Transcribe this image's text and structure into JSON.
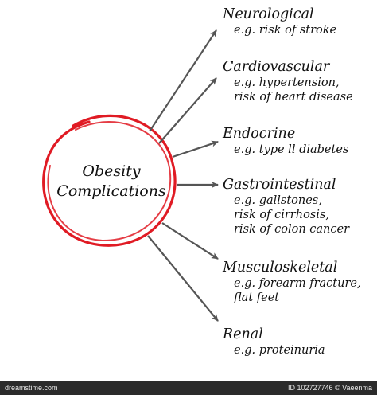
{
  "colors": {
    "circle": "#e01b24",
    "arrow": "#555555",
    "text": "#111111",
    "footer_bg": "#2b2b2b"
  },
  "center": {
    "line1": "Obesity",
    "line2": "Complications"
  },
  "categories": [
    {
      "title": "Neurological",
      "examples": [
        "e.g. risk of stroke"
      ]
    },
    {
      "title": "Cardiovascular",
      "examples": [
        "e.g. hypertension,",
        "risk of heart disease"
      ]
    },
    {
      "title": "Endocrine",
      "examples": [
        "e.g. type ll diabetes"
      ]
    },
    {
      "title": "Gastrointestinal",
      "examples": [
        "e.g. gallstones,",
        "risk of cirrhosis,",
        "risk of colon cancer"
      ]
    },
    {
      "title": "Musculoskeletal",
      "examples": [
        "e.g. forearm fracture,",
        "flat feet"
      ]
    },
    {
      "title": "Renal",
      "examples": [
        "e.g. proteinuria"
      ]
    }
  ],
  "footer": {
    "left": "dreamstime.com",
    "right": "ID 102727746 © Vaeenma"
  }
}
